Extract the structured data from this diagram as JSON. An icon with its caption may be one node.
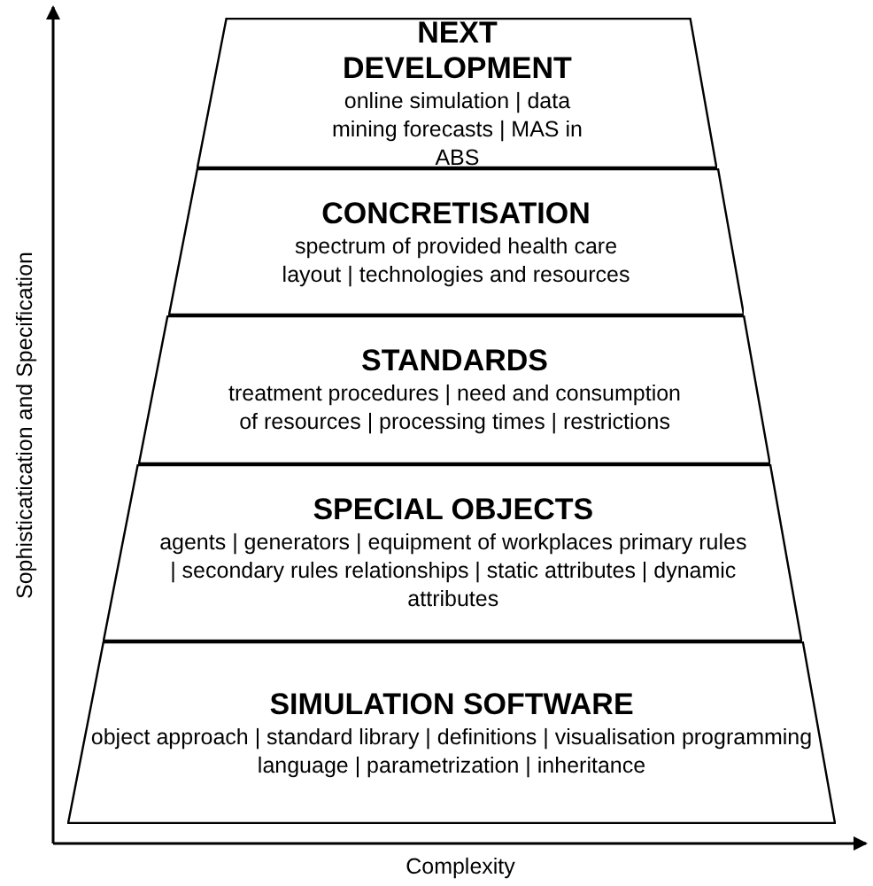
{
  "diagram": {
    "nodes": [
      {
        "text": [
          "NEXT DEVELOPMENT",
          "online simulation | data mining forecasts | MAS in ABS"
        ]
      },
      {
        "text": [
          "CONCRETISATION",
          "spectrum of provided health care layout | technologies and resources"
        ]
      },
      {
        "text": [
          "STANDARDS",
          "treatment procedures | need and consumption of resources | processing times | restrictions"
        ]
      },
      {
        "text": [
          "SPECIAL OBJECTS",
          "agents | generators | equipment of workplaces primary rules | secondary rules relationships | static attributes | dynamic attributes"
        ]
      },
      {
        "text": [
          "SIMULATION SOFTWARE",
          "object approach | standard library | definitions | visualisation programming language | parametrization | inheritance"
        ]
      }
    ],
    "edges": [],
    "labels": [
      "Sophisticatication and Specification",
      "Complexity"
    ]
  }
}
